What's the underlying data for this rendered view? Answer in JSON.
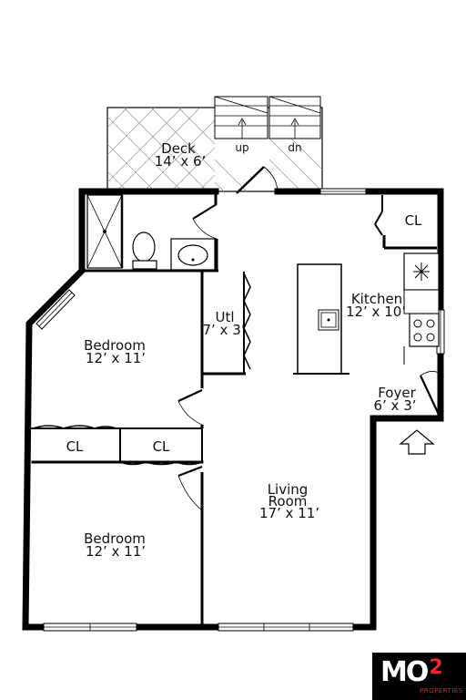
{
  "rooms": {
    "deck": {
      "name": "Deck",
      "size": "14’ x 6’"
    },
    "kitchen": {
      "name": "Kitchen",
      "size": "12’ x 10’"
    },
    "utility": {
      "name": "Utl",
      "size": "7’ x 3’"
    },
    "bedroom_upper": {
      "name": "Bedroom",
      "size": "12’ x 11’"
    },
    "bedroom_lower": {
      "name": "Bedroom",
      "size": "12’ x 11’"
    },
    "foyer": {
      "name": "Foyer",
      "size": "6’ x 3’"
    },
    "living": {
      "name_line1": "Living",
      "name_line2": "Room",
      "size": "17’ x 11’"
    }
  },
  "closets": [
    "CL",
    "CL",
    "CL"
  ],
  "stairs": {
    "up": "up",
    "down": "dn"
  },
  "logo": {
    "mark": "MO",
    "mark_sup": "2",
    "sub": "PROPERTIES"
  },
  "colors": {
    "walls": "#000000",
    "background": "#ffffff",
    "logo_bg": "#000000",
    "logo_accent": "#e8262b"
  }
}
